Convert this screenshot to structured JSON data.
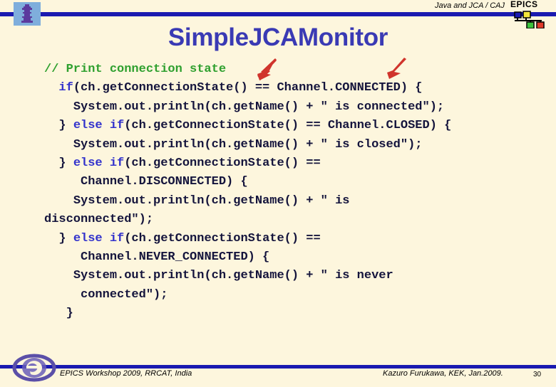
{
  "header": {
    "subtitle": "Java and JCA / CAJ",
    "epics_label": "EPICS",
    "left_logo_name": "kek-logo",
    "rule_color": "#1A1AB0"
  },
  "title": "SimpleJCAMonitor",
  "title_color": "#3A3AB4",
  "background_color": "#FDF6DD",
  "code": {
    "language": "java",
    "comment_color": "#2FA02F",
    "keyword_color": "#3333CC",
    "text_color": "#14143C",
    "lines": [
      {
        "indent": 0,
        "segments": [
          {
            "type": "comment",
            "text": "// Print connection state"
          }
        ]
      },
      {
        "indent": 2,
        "segments": [
          {
            "type": "keyword",
            "text": "if"
          },
          {
            "type": "plain",
            "text": "(ch.getConnectionState() == Channel.CONNECTED) {"
          }
        ]
      },
      {
        "indent": 4,
        "segments": [
          {
            "type": "plain",
            "text": "System.out.println(ch.getName() + \" is connected\");"
          }
        ]
      },
      {
        "indent": 2,
        "segments": [
          {
            "type": "plain",
            "text": "} "
          },
          {
            "type": "keyword",
            "text": "else if"
          },
          {
            "type": "plain",
            "text": "(ch.getConnectionState() == Channel.CLOSED) {"
          }
        ]
      },
      {
        "indent": 4,
        "segments": [
          {
            "type": "plain",
            "text": "System.out.println(ch.getName() + \" is closed\");"
          }
        ]
      },
      {
        "indent": 2,
        "segments": [
          {
            "type": "plain",
            "text": "} "
          },
          {
            "type": "keyword",
            "text": "else if"
          },
          {
            "type": "plain",
            "text": "(ch.getConnectionState() =="
          }
        ]
      },
      {
        "indent": 5,
        "segments": [
          {
            "type": "plain",
            "text": "Channel.DISCONNECTED) {"
          }
        ]
      },
      {
        "indent": 4,
        "segments": [
          {
            "type": "plain",
            "text": "System.out.println(ch.getName() + \" is"
          }
        ]
      },
      {
        "indent": 0,
        "segments": [
          {
            "type": "plain",
            "text": "disconnected\");"
          }
        ]
      },
      {
        "indent": 2,
        "segments": [
          {
            "type": "plain",
            "text": "} "
          },
          {
            "type": "keyword",
            "text": "else if"
          },
          {
            "type": "plain",
            "text": "(ch.getConnectionState() =="
          }
        ]
      },
      {
        "indent": 5,
        "segments": [
          {
            "type": "plain",
            "text": "Channel.NEVER_CONNECTED) {"
          }
        ]
      },
      {
        "indent": 4,
        "segments": [
          {
            "type": "plain",
            "text": "System.out.println(ch.getName() + \" is never"
          }
        ]
      },
      {
        "indent": 5,
        "segments": [
          {
            "type": "plain",
            "text": "connected\");"
          }
        ]
      },
      {
        "indent": 3,
        "segments": [
          {
            "type": "plain",
            "text": "}"
          }
        ]
      }
    ]
  },
  "annotations": {
    "arrow_color": "#D0342C",
    "arrows": [
      {
        "name": "annotation-arrow-1"
      },
      {
        "name": "annotation-arrow-2"
      }
    ]
  },
  "footer": {
    "left_text": "EPICS Workshop 2009, RRCAT, India",
    "right_text": "Kazuro Furukawa, KEK, Jan.2009.",
    "page_number": "30",
    "rule_color": "#1A1AB0"
  }
}
